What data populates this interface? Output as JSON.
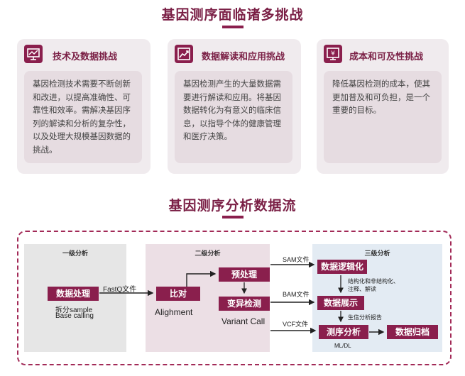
{
  "challenges": {
    "title": "基因测序面临诸多挑战",
    "cards": [
      {
        "icon": "monitor-chart-icon",
        "title": "技术及数据挑战",
        "body": "基因检测技术需要不断创新和改进，以提高准确性、可靠性和效率。需解决基因序列的解读和分析的复杂性，以及处理大规模基因数据的挑战。"
      },
      {
        "icon": "trend-chart-icon",
        "title": "数据解读和应用挑战",
        "body": "基因检测产生的大量数据需要进行解读和应用。将基因数据转化为有意义的临床信息，以指导个体的健康管理和医疗决策。"
      },
      {
        "icon": "yen-screen-icon",
        "title": "成本和可及性挑战",
        "body": "降低基因检测的成本，使其更加普及和可负担，是一个重要的目标。"
      }
    ]
  },
  "flow": {
    "title": "基因测序分析数据流",
    "level1": {
      "label": "一级分析",
      "node": "数据处理",
      "desc1": "拆分sample",
      "desc2": "Base calling"
    },
    "fastq": "FastQ文件",
    "level2": {
      "label": "二级分析",
      "align_node": "比对",
      "align_text": "Alighment",
      "preprocess_node": "预处理",
      "variant_node": "变异检测",
      "variant_text": "Variant Call"
    },
    "sam": "SAM文件",
    "bam": "BAM文件",
    "vcf": "VCF文件",
    "level3": {
      "label": "三级分析",
      "logic_node": "数据逻辑化",
      "logic_desc1": "结构化和非结构化、",
      "logic_desc2": "注释、解读",
      "display_node": "数据展示",
      "report_text": "生信分析报告",
      "seq_node": "测序分析",
      "archive_node": "数据归档",
      "ml_text": "ML/DL"
    }
  },
  "colors": {
    "brand": "#8a1f4d",
    "title": "#7a1f45",
    "card_bg": "#f0ebee",
    "card_body_bg": "#e6dce1",
    "panel_gray": "#e6e6e6",
    "panel_pink": "#ecdfe5",
    "panel_blue": "#e3ebf3",
    "dash_border": "#a22a57"
  }
}
